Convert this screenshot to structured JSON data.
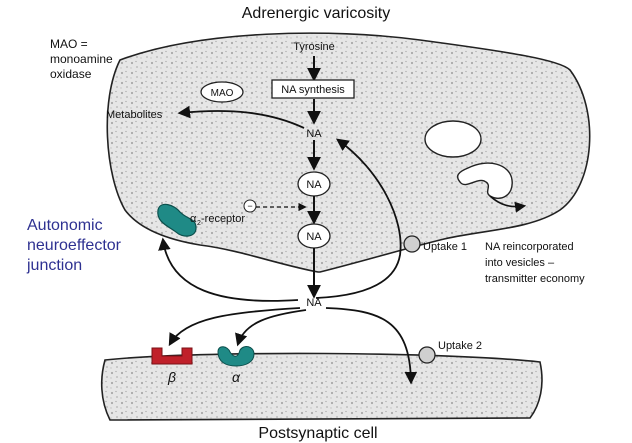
{
  "title": "Adrenergic varicosity",
  "footer": "Postsynaptic cell",
  "note_mao": [
    "MAO =",
    "monoamine",
    "oxidase"
  ],
  "side_label": [
    "Autonomic",
    "neuroeffector",
    "junction"
  ],
  "reincorp_note": [
    "NA reincorporated",
    "into vesicles –",
    "transmitter economy"
  ],
  "labels": {
    "tyrosine": "Tyrosine",
    "na_synthesis": "NA synthesis",
    "mao": "MAO",
    "metabolites": "Metabolites",
    "na": "NA",
    "alpha2_receptor": "-receptor",
    "alpha2_symbol": "α",
    "alpha2_sub": "2",
    "minus": "−",
    "uptake1": "Uptake 1",
    "uptake2": "Uptake 2",
    "beta": "β",
    "alpha": "α"
  },
  "colors": {
    "teal": "#1f8a86",
    "red": "#c0202a",
    "side_label": "#2e3191",
    "speckle": "#bdbdbd"
  }
}
